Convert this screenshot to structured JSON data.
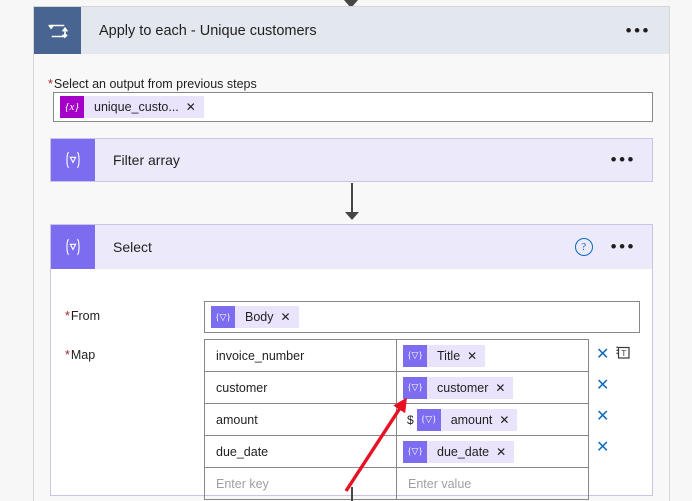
{
  "page": {
    "background": "#f7f7f7",
    "accent_violet": "#7c6cf0",
    "accent_magenta": "#a400c8",
    "accent_blue": "#0f6cbd",
    "required_red": "#a4262c",
    "loop_header_bg": "#e3e8ef",
    "loop_icon_bg": "#486491"
  },
  "loop": {
    "icon": "repeat-loop-icon",
    "title": "Apply to each - Unique customers",
    "menu_label": "•••",
    "field_label": "Select an output from previous steps",
    "required_marker": "*",
    "token": {
      "icon_glyph": "{x}",
      "label": "unique_custo...",
      "remove_glyph": "✕"
    }
  },
  "filter_action": {
    "icon_glyph": "{▽}",
    "title": "Filter array",
    "menu_label": "•••"
  },
  "select_action": {
    "icon_glyph": "{▽}",
    "title": "Select",
    "help_glyph": "?",
    "menu_label": "•••",
    "from": {
      "label": "From",
      "required_marker": "*",
      "token": {
        "icon_glyph": "{▽}",
        "label": "Body",
        "remove_glyph": "✕"
      }
    },
    "map": {
      "label": "Map",
      "required_marker": "*",
      "key_placeholder": "Enter key",
      "value_placeholder": "Enter value",
      "remove_row_glyph": "✕",
      "text_mode_glyph": "T",
      "rows": [
        {
          "key": "invoice_number",
          "prefix": "",
          "token_icon": "{▽}",
          "token_label": "Title",
          "token_remove": "✕",
          "has_text_mode_toggle": true
        },
        {
          "key": "customer",
          "prefix": "",
          "token_icon": "{▽}",
          "token_label": "customer",
          "token_remove": "✕",
          "has_text_mode_toggle": false
        },
        {
          "key": "amount",
          "prefix": "$",
          "token_icon": "{▽}",
          "token_label": "amount",
          "token_remove": "✕",
          "has_text_mode_toggle": false
        },
        {
          "key": "due_date",
          "prefix": "",
          "token_icon": "{▽}",
          "token_label": "due_date",
          "token_remove": "✕",
          "has_text_mode_toggle": false
        }
      ],
      "empty_row": {
        "key": "Enter key",
        "value": "Enter value"
      }
    }
  },
  "annotation": {
    "type": "red-arrow",
    "color": "#e81123",
    "points_at": "dollar-sign-prefix-in-amount-row"
  }
}
